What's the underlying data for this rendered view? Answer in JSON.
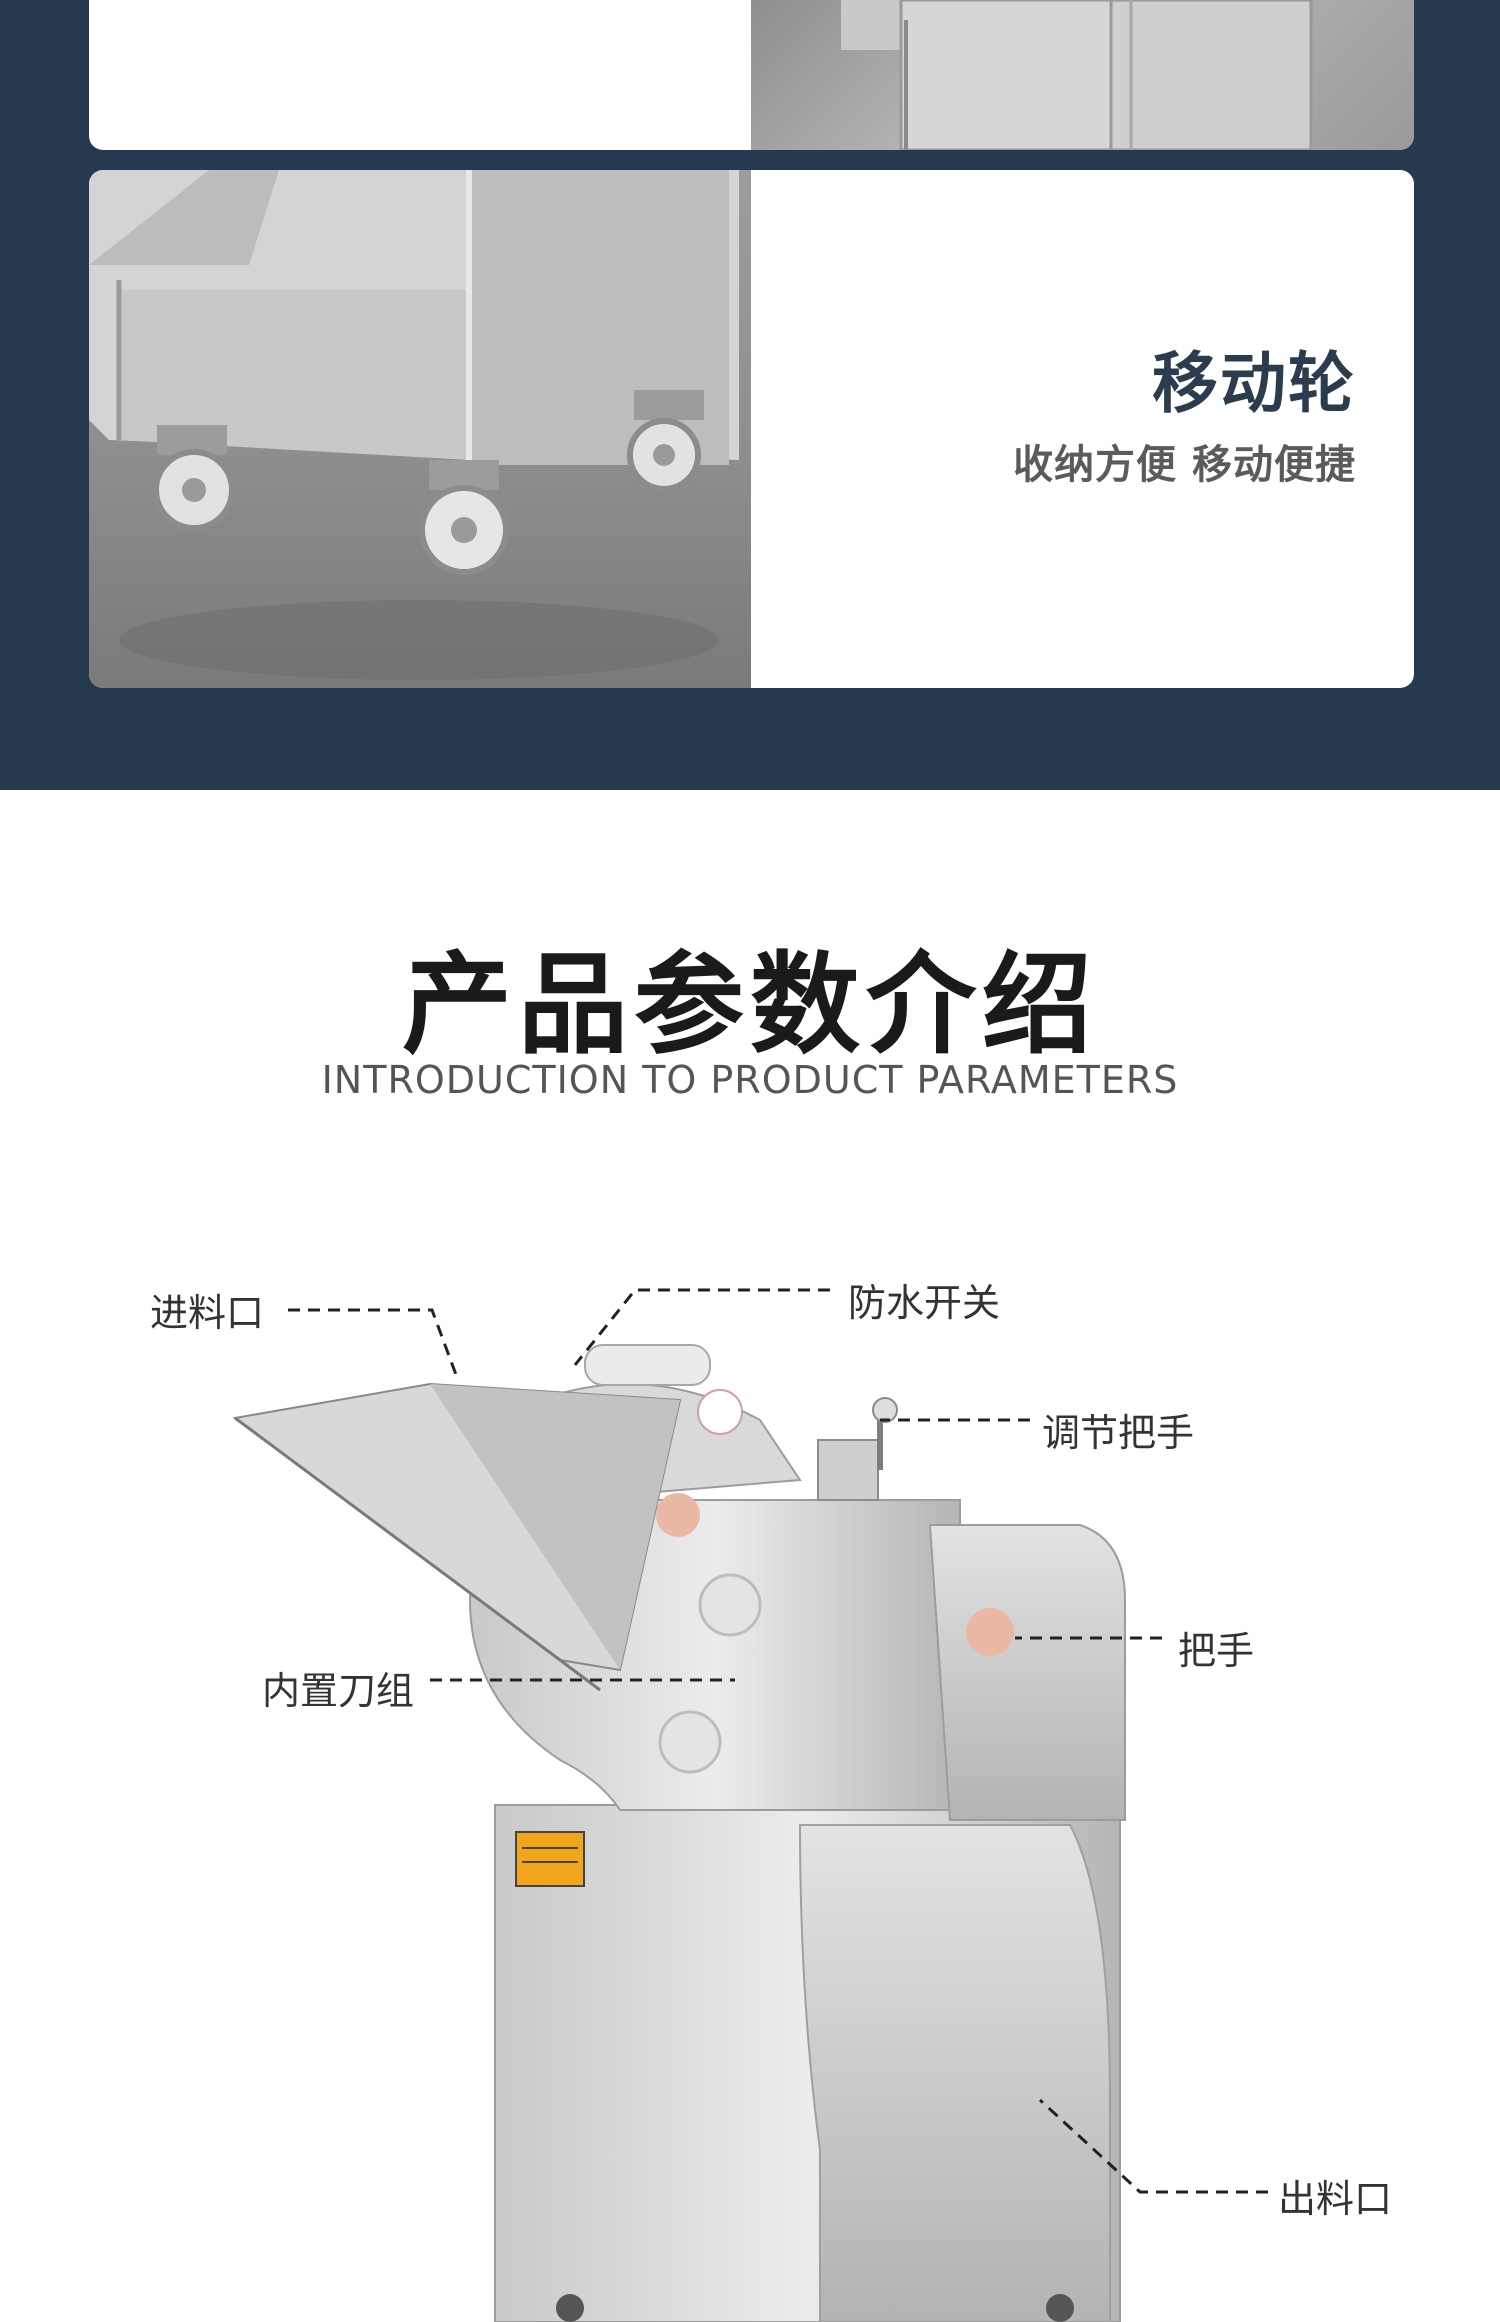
{
  "feature": {
    "title": "移动轮",
    "subtitle": "收纳方便 移动便捷"
  },
  "section": {
    "title": "产品参数介绍",
    "subtitle": "INTRODUCTION TO PRODUCT PARAMETERS"
  },
  "callouts": {
    "inlet": "进料口",
    "waterproof_switch": "防水开关",
    "adjust_handle": "调节把手",
    "handle": "把手",
    "built_in_blades": "内置刀组",
    "outlet": "出料口"
  },
  "colors": {
    "band": "#253a4e",
    "feature_title": "#2a3c4e",
    "knob": "#e9b9a6",
    "warning_label": "#f2a51a"
  }
}
